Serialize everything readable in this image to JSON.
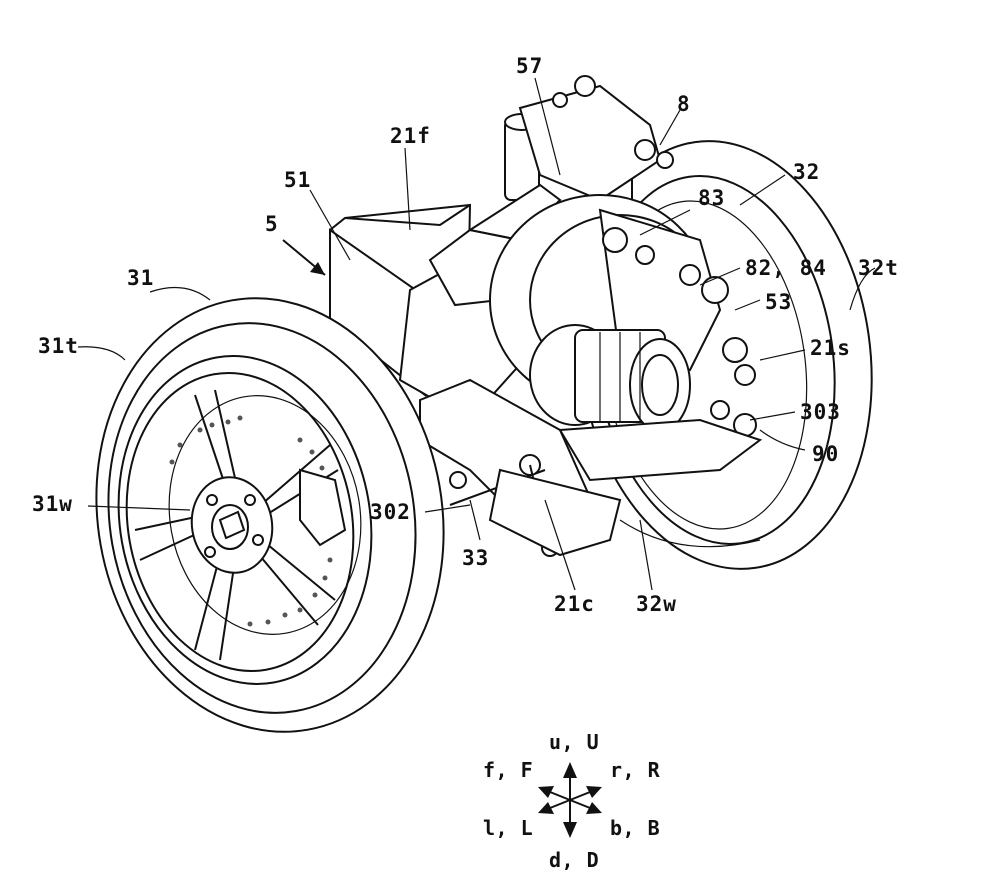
{
  "labels": {
    "l57": "57",
    "l8": "8",
    "l21f": "21f",
    "l51": "51",
    "l5": "5",
    "l32": "32",
    "l83": "83",
    "l31": "31",
    "l8284": "82, 84",
    "l32t": "32t",
    "l53": "53",
    "l31t": "31t",
    "l21s": "21s",
    "l303": "303",
    "l90": "90",
    "l31w": "31w",
    "l302": "302",
    "l33": "33",
    "l21c": "21c",
    "l32w": "32w"
  },
  "directions": {
    "up": "u, U",
    "front": "f, F",
    "right": "r, R",
    "left": "l, L",
    "back": "b, B",
    "down": "d, D"
  }
}
